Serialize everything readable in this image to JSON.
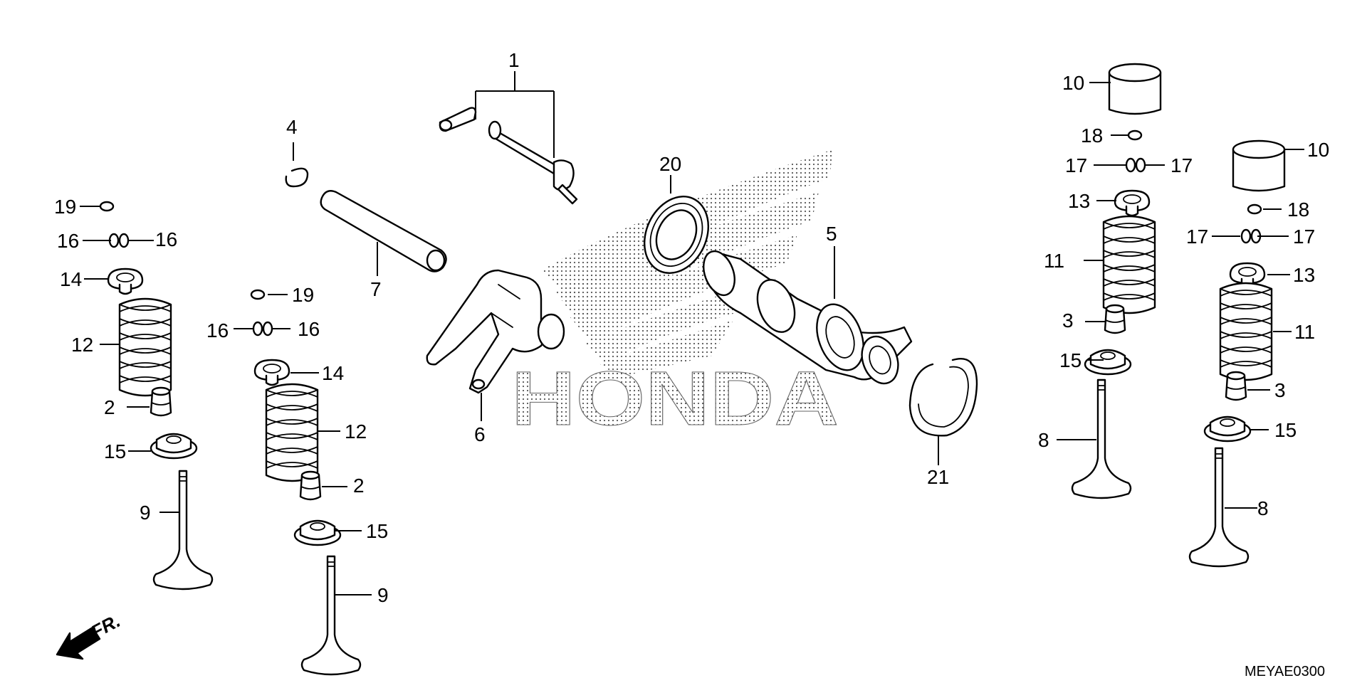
{
  "diagram": {
    "callouts": [
      {
        "id": "c1",
        "text": "1"
      },
      {
        "id": "c2a",
        "text": "2"
      },
      {
        "id": "c2b",
        "text": "2"
      },
      {
        "id": "c3a",
        "text": "3"
      },
      {
        "id": "c3b",
        "text": "3"
      },
      {
        "id": "c4",
        "text": "4"
      },
      {
        "id": "c5",
        "text": "5"
      },
      {
        "id": "c6",
        "text": "6"
      },
      {
        "id": "c7",
        "text": "7"
      },
      {
        "id": "c8a",
        "text": "8"
      },
      {
        "id": "c8b",
        "text": "8"
      },
      {
        "id": "c9a",
        "text": "9"
      },
      {
        "id": "c9b",
        "text": "9"
      },
      {
        "id": "c10a",
        "text": "10"
      },
      {
        "id": "c10b",
        "text": "10"
      },
      {
        "id": "c11a",
        "text": "11"
      },
      {
        "id": "c11b",
        "text": "11"
      },
      {
        "id": "c12a",
        "text": "12"
      },
      {
        "id": "c12b",
        "text": "12"
      },
      {
        "id": "c13a",
        "text": "13"
      },
      {
        "id": "c13b",
        "text": "13"
      },
      {
        "id": "c14a",
        "text": "14"
      },
      {
        "id": "c14b",
        "text": "14"
      },
      {
        "id": "c15a",
        "text": "15"
      },
      {
        "id": "c15b",
        "text": "15"
      },
      {
        "id": "c15c",
        "text": "15"
      },
      {
        "id": "c15d",
        "text": "15"
      },
      {
        "id": "c16a",
        "text": "16"
      },
      {
        "id": "c16b",
        "text": "16"
      },
      {
        "id": "c16c",
        "text": "16"
      },
      {
        "id": "c16d",
        "text": "16"
      },
      {
        "id": "c17a",
        "text": "17"
      },
      {
        "id": "c17b",
        "text": "17"
      },
      {
        "id": "c17c",
        "text": "17"
      },
      {
        "id": "c17d",
        "text": "17"
      },
      {
        "id": "c18a",
        "text": "18"
      },
      {
        "id": "c18b",
        "text": "18"
      },
      {
        "id": "c19a",
        "text": "19"
      },
      {
        "id": "c19b",
        "text": "19"
      },
      {
        "id": "c20",
        "text": "20"
      },
      {
        "id": "c21",
        "text": "21"
      }
    ],
    "direction_label": "FR.",
    "diagram_code": "MEYAE0300",
    "watermark_text": "HONDA"
  }
}
